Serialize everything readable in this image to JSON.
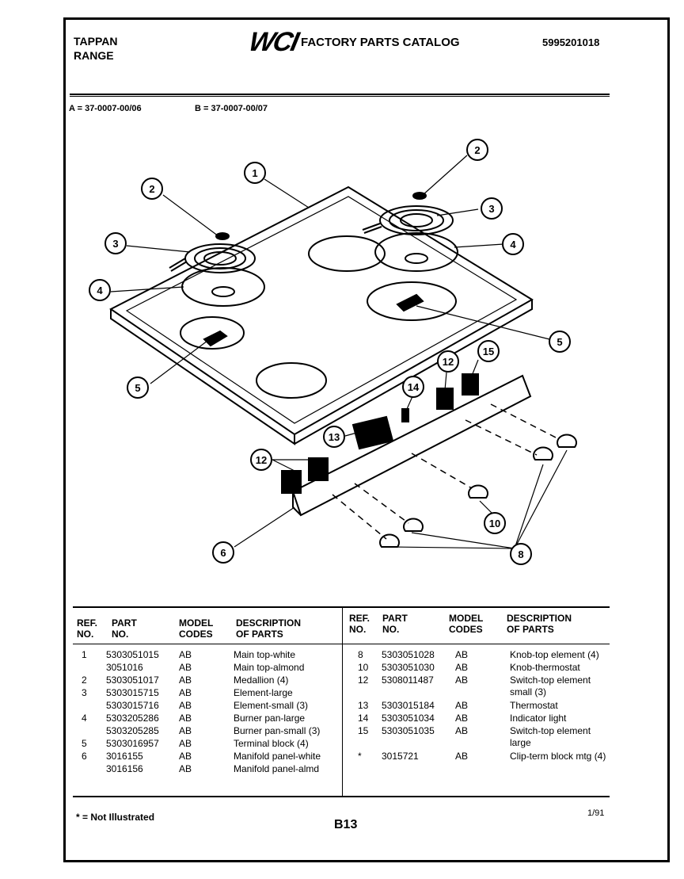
{
  "header": {
    "brand_line1": "TAPPAN",
    "brand_line2": "RANGE",
    "logo": "WCI",
    "catalog_title": "FACTORY PARTS CATALOG",
    "catalog_number": "5995201018"
  },
  "models": {
    "a": "A = 37-0007-00/06",
    "b": "B = 37-0007-00/07"
  },
  "diagram": {
    "callouts": [
      "1",
      "2",
      "3",
      "4",
      "5",
      "2",
      "3",
      "4",
      "5",
      "12",
      "15",
      "14",
      "13",
      "12",
      "6",
      "10",
      "8"
    ]
  },
  "table": {
    "columns": {
      "ref": "REF. NO.",
      "part": "PART NO.",
      "model": "MODEL CODES",
      "desc": "DESCRIPTION OF PARTS"
    },
    "left_rows": [
      {
        "ref": "1",
        "part": "5303051015",
        "model": "AB",
        "desc": "Main top-white"
      },
      {
        "ref": "",
        "part": "3051016",
        "model": "AB",
        "desc": "Main top-almond"
      },
      {
        "ref": "2",
        "part": "5303051017",
        "model": "AB",
        "desc": "Medallion (4)"
      },
      {
        "ref": "3",
        "part": "5303015715",
        "model": "AB",
        "desc": "Element-large"
      },
      {
        "ref": "",
        "part": "5303015716",
        "model": "AB",
        "desc": "Element-small (3)"
      },
      {
        "ref": "4",
        "part": "5303205286",
        "model": "AB",
        "desc": "Burner pan-large"
      },
      {
        "ref": "",
        "part": "5303205285",
        "model": "AB",
        "desc": "Burner pan-small (3)"
      },
      {
        "ref": "5",
        "part": "5303016957",
        "model": "AB",
        "desc": "Terminal block (4)"
      },
      {
        "ref": "6",
        "part": "3016155",
        "model": "AB",
        "desc": "Manifold panel-white"
      },
      {
        "ref": "",
        "part": "3016156",
        "model": "AB",
        "desc": "Manifold panel-almd"
      }
    ],
    "right_rows": [
      {
        "ref": "8",
        "part": "5303051028",
        "model": "AB",
        "desc": "Knob-top element (4)"
      },
      {
        "ref": "10",
        "part": "5303051030",
        "model": "AB",
        "desc": "Knob-thermostat"
      },
      {
        "ref": "12",
        "part": "5308011487",
        "model": "AB",
        "desc": "Switch-top element small (3)"
      },
      {
        "ref": "13",
        "part": "5303015184",
        "model": "AB",
        "desc": "Thermostat"
      },
      {
        "ref": "14",
        "part": "5303051034",
        "model": "AB",
        "desc": "Indicator light"
      },
      {
        "ref": "15",
        "part": "5303051035",
        "model": "AB",
        "desc": "Switch-top element large"
      },
      {
        "ref": "*",
        "part": "3015721",
        "model": "AB",
        "desc": "Clip-term block mtg (4)"
      }
    ]
  },
  "footer": {
    "note": "* = Not Illustrated",
    "page": "B13",
    "date": "1/91"
  }
}
